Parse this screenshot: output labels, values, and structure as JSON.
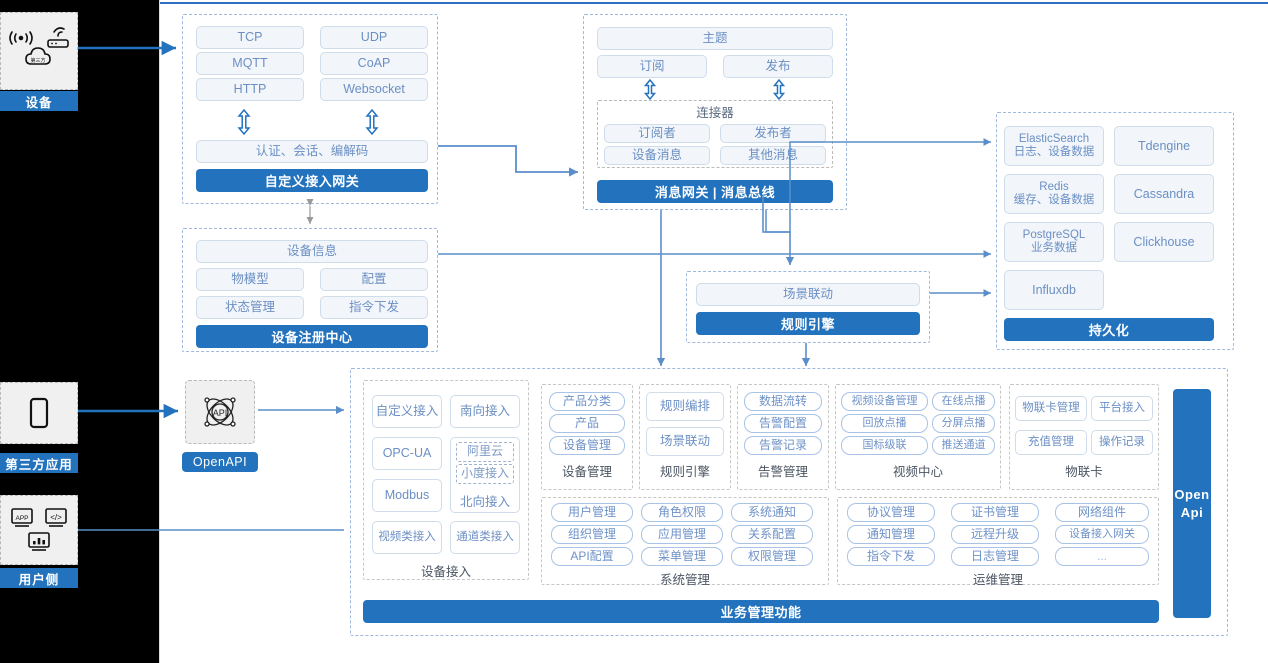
{
  "actors": [
    {
      "label": "设备",
      "icons": [
        "wifi-signal-icon",
        "router-icon",
        "cloud-icon"
      ]
    },
    {
      "label": "第三方应用",
      "icons": [
        "mobile-phone-icon"
      ]
    },
    {
      "label": "用户侧",
      "icons": [
        "app-window-icon",
        "code-window-icon",
        "dashboard-chart-icon"
      ]
    }
  ],
  "openapi": {
    "label": "OpenAPI",
    "icon": "api-atom-icon"
  },
  "gateway": {
    "protocols": [
      "TCP",
      "UDP",
      "MQTT",
      "CoAP",
      "HTTP",
      "Websocket"
    ],
    "middle": "认证、会话、编解码",
    "bar": "自定义接入网关"
  },
  "messagebus": {
    "topic": "主题",
    "subscribe": "订阅",
    "publish": "发布",
    "connector_title": "连接器",
    "connector_items": [
      "订阅者",
      "发布者",
      "设备消息",
      "其他消息"
    ],
    "bar": "消息网关 | 消息总线"
  },
  "registry": {
    "info": "设备信息",
    "items": [
      "物模型",
      "配置",
      "状态管理",
      "指令下发"
    ],
    "bar": "设备注册中心"
  },
  "ruleengine": {
    "scene": "场景联动",
    "bar": "规则引擎"
  },
  "persistence": {
    "stores": [
      {
        "name": "ElasticSearch",
        "sub": "日志、设备数据"
      },
      {
        "name": "Tdengine",
        "sub": ""
      },
      {
        "name": "Redis",
        "sub": "缓存、设备数据"
      },
      {
        "name": "Cassandra",
        "sub": ""
      },
      {
        "name": "PostgreSQL",
        "sub": "业务数据"
      },
      {
        "name": "Clickhouse",
        "sub": ""
      },
      {
        "name": "Influxdb",
        "sub": ""
      }
    ],
    "bar": "持久化"
  },
  "business": {
    "bar": "业务管理功能",
    "openapi_bar": "Open\nApi",
    "openapi_bar_line1": "Open",
    "openapi_bar_line2": "Api",
    "device_access": {
      "caption": "设备接入",
      "left": [
        "自定义接入",
        "OPC-UA",
        "Modbus",
        "视频类接入"
      ],
      "right_top": "南向接入",
      "nested": [
        "阿里云",
        "小度接入"
      ],
      "north": "北向接入",
      "right_bottom": "通道类接入"
    },
    "columns": [
      {
        "caption": "设备管理",
        "items": [
          "产品分类",
          "产品",
          "设备管理"
        ]
      },
      {
        "caption": "规则引擎",
        "items": [
          "规则编排",
          "场景联动"
        ]
      },
      {
        "caption": "告警管理",
        "items": [
          "数据流转",
          "告警配置",
          "告警记录"
        ]
      },
      {
        "caption": "视频中心",
        "items": [
          "视频设备管理",
          "在线点播",
          "回放点播",
          "分屏点播",
          "国标级联",
          "推送通道"
        ]
      },
      {
        "caption": "物联卡",
        "items": [
          "物联卡管理",
          "平台接入",
          "充值管理",
          "操作记录"
        ]
      },
      {
        "caption": "系统管理",
        "items": [
          "用户管理",
          "角色权限",
          "系统通知",
          "组织管理",
          "应用管理",
          "关系配置",
          "API配置",
          "菜单管理",
          "权限管理"
        ]
      },
      {
        "caption": "运维管理",
        "items": [
          "协议管理",
          "证书管理",
          "网络组件",
          "通知管理",
          "远程升级",
          "设备接入网关",
          "指令下发",
          "日志管理",
          "..."
        ]
      }
    ]
  },
  "colors": {
    "accent": "#2272bd",
    "pill_border": "#cfdcea",
    "pill_text": "#6b8fc4",
    "group_border": "#9fb8dd",
    "gutter": "#000000"
  }
}
